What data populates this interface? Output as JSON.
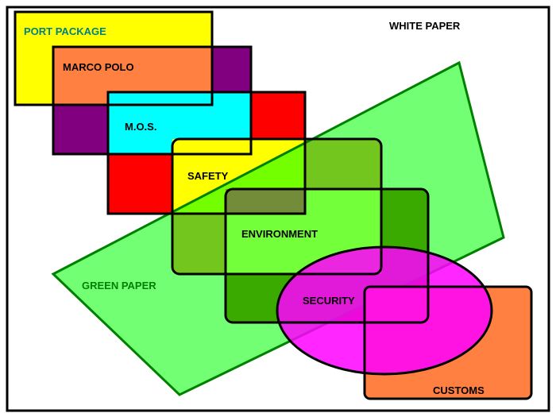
{
  "labels": {
    "white_paper": "WHITE PAPER",
    "port_package": "PORT PACKAGE",
    "marco_polo": "MARCO POLO",
    "mos": "M.O.S.",
    "safety": "SAFETY",
    "environment": "ENVIRONMENT",
    "green_paper": "GREEN PAPER",
    "security": "SECURITY",
    "customs": "CUSTOMS"
  },
  "colors": {
    "port_package": "#ffff00",
    "marco_polo": "#ff8040",
    "marco_polo_right": "#800080",
    "mos_left": "#800080",
    "mos": "#00ffff",
    "mos_right": "#ff0000",
    "safety_left": "#ff0000",
    "safety": "#ffff00",
    "safety_right": "#ff8040",
    "environment_corner": "#ff0080",
    "environment": "#ffff80",
    "environment_right": "#804000",
    "green_paper": "#00ff00",
    "green_overlap": "#00ff80",
    "security": "#ff00ff",
    "customs": "#ff8040",
    "outline": "#000000",
    "green_outline": "#008000",
    "port_package_text": "#008080",
    "white_paper_text": "#000000",
    "green_paper_text": "#008000"
  }
}
